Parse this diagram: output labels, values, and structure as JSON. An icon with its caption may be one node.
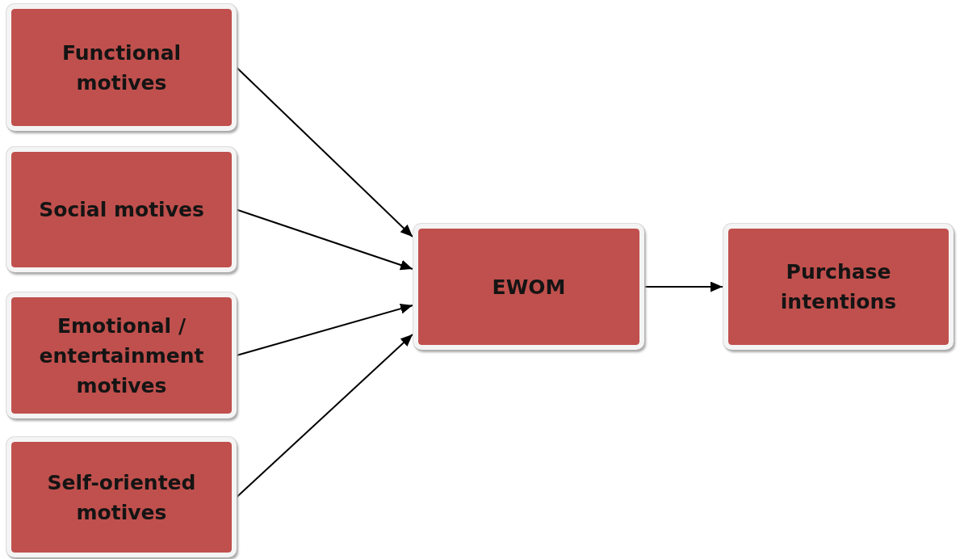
{
  "diagram": {
    "nodes": [
      {
        "text": [
          "Functional motives"
        ]
      },
      {
        "text": [
          "Social motives"
        ]
      },
      {
        "text": [
          "Emotional / entertainment motives"
        ]
      },
      {
        "text": [
          "Self-oriented motives"
        ]
      },
      {
        "text": [
          "EWOM"
        ]
      },
      {
        "text": [
          "Purchase intentions"
        ]
      }
    ],
    "edges": [
      {
        "from": 0,
        "to": 4,
        "arrow": "to"
      },
      {
        "from": 1,
        "to": 4,
        "arrow": "to"
      },
      {
        "from": 2,
        "to": 4,
        "arrow": "to"
      },
      {
        "from": 3,
        "to": 4,
        "arrow": "to"
      },
      {
        "from": 4,
        "to": 5,
        "arrow": "to"
      }
    ]
  }
}
